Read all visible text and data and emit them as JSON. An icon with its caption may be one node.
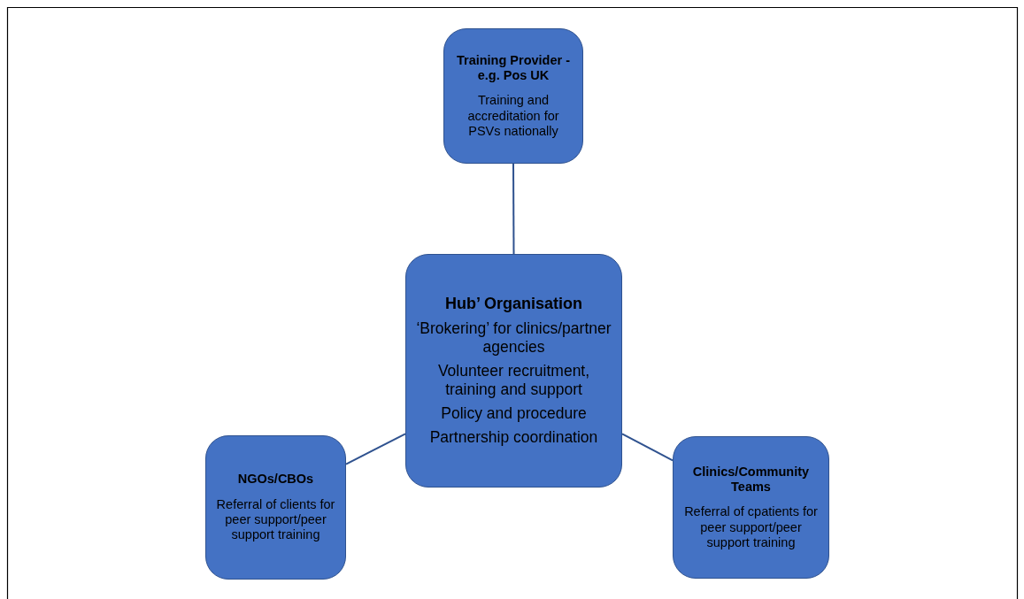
{
  "diagram": {
    "nodes": [
      {
        "text": [
          "Training Provider - e.g. Pos UK",
          "Training and accreditation for PSVs nationally"
        ]
      },
      {
        "text": [
          "Hub’ Organisation",
          "‘Brokering’ for clinics/partner agencies",
          "Volunteer recruitment, training and support",
          "Policy and procedure",
          "Partnership coordination"
        ]
      },
      {
        "text": [
          "NGOs/CBOs",
          "Referral of clients for peer support/peer support training"
        ]
      },
      {
        "text": [
          "Clinics/Community Teams",
          "Referral of cpatients for peer support/peer support training"
        ]
      }
    ],
    "edges": [
      {
        "from": 0,
        "to": 1,
        "arrow": "none"
      },
      {
        "from": 1,
        "to": 2,
        "arrow": "none"
      },
      {
        "from": 1,
        "to": 3,
        "arrow": "none"
      }
    ]
  }
}
